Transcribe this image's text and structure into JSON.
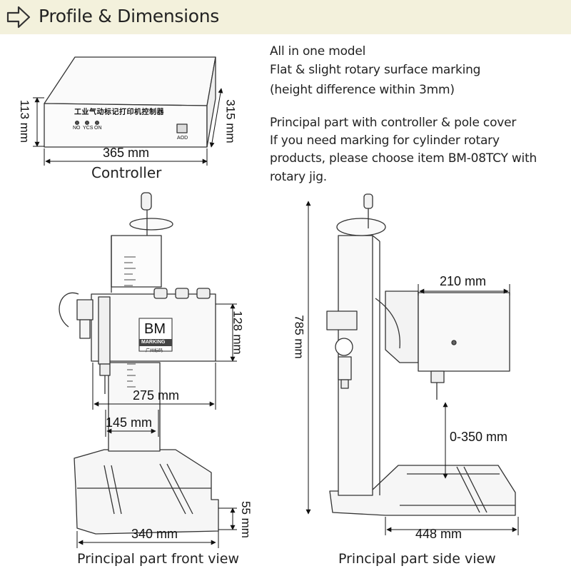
{
  "header": {
    "title": "Profile & Dimensions",
    "icon": "arrow-right-outline-icon",
    "background": "#f3f1dc"
  },
  "description": {
    "lines_group1": [
      "All in one model",
      "Flat & slight rotary surface marking",
      "(height difference within 3mm)"
    ],
    "lines_group2": [
      "Principal part with controller & pole cover",
      "If you need marking for cylinder rotary",
      "products, please choose item BM-08TCY with",
      "rotary jig."
    ]
  },
  "controller": {
    "caption": "Controller",
    "height_label": "113 mm",
    "depth_label": "315 mm",
    "width_label": "365 mm",
    "panel_text": "工业气动标记打印机控制器",
    "button_labels": [
      "NO",
      "YCS",
      "ON"
    ],
    "switch_label": "AOD"
  },
  "front_view": {
    "caption": "Principal part front view",
    "head_height_label": "128 mm",
    "head_width_label": "275 mm",
    "offset_label": "145 mm",
    "base_width_label": "340 mm",
    "base_height_label": "55 mm",
    "logo_text": "BM",
    "logo_sub": "MARKING",
    "logo_cn": "广州标码"
  },
  "side_view": {
    "caption": "Principal part side view",
    "total_height_label": "785 mm",
    "head_depth_label": "210 mm",
    "stroke_label": "0-350 mm",
    "base_depth_label": "448 mm"
  }
}
